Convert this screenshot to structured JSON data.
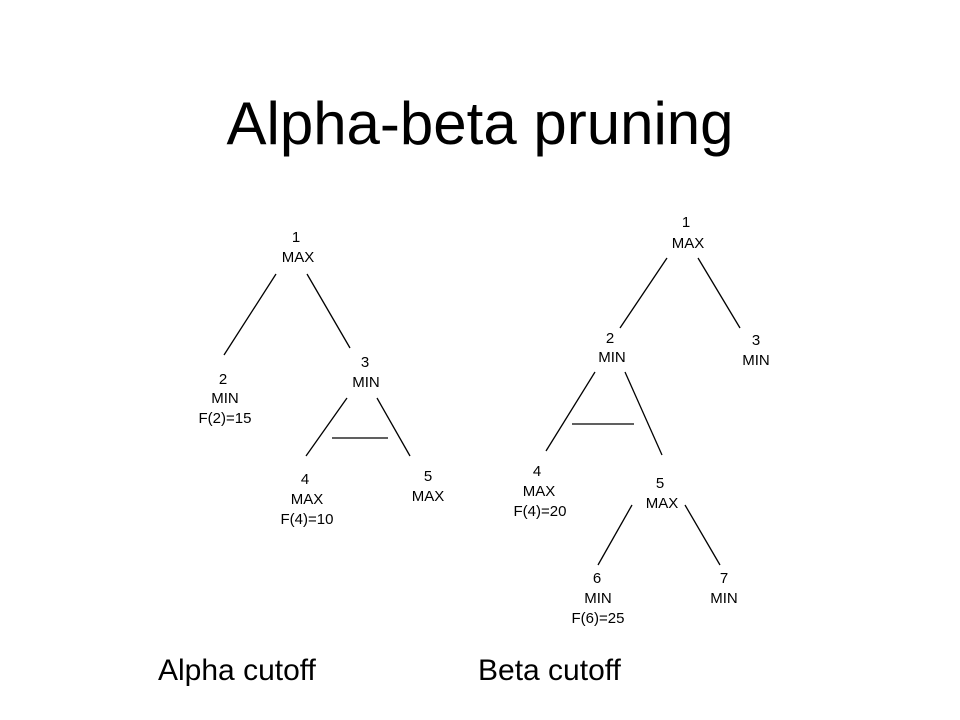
{
  "title": "Alpha-beta pruning",
  "captions": {
    "alpha": "Alpha cutoff",
    "beta": "Beta cutoff"
  },
  "alpha_tree": {
    "node1": [
      "1",
      "MAX"
    ],
    "node2": [
      "2",
      "MIN",
      "F(2)=15"
    ],
    "node3": [
      "3",
      "MIN"
    ],
    "node4": [
      "4",
      "MAX",
      "F(4)=10"
    ],
    "node5": [
      "5",
      "MAX"
    ]
  },
  "beta_tree": {
    "node1": [
      "1",
      "MAX"
    ],
    "node2": [
      "2",
      "MIN"
    ],
    "node3": [
      "3",
      "MIN"
    ],
    "node4": [
      "4",
      "MAX",
      "F(4)=20"
    ],
    "node5": [
      "5",
      "MAX"
    ],
    "node6": [
      "6",
      "MIN",
      "F(6)=25"
    ],
    "node7": [
      "7",
      "MIN"
    ]
  }
}
